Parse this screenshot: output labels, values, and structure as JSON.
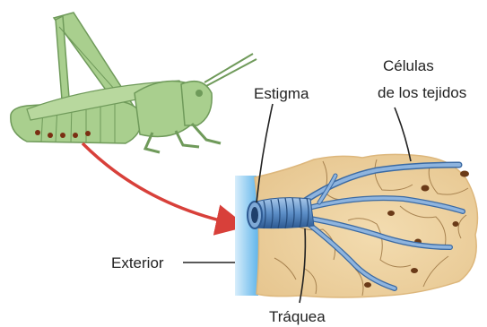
{
  "labels": {
    "cells_line1": "Células",
    "cells_line2": "de los tejidos",
    "spiracle": "Estigma",
    "exterior": "Exterior",
    "trachea": "Tráquea"
  },
  "colors": {
    "grasshopper_body": "#a9cf8e",
    "grasshopper_outline": "#6f9a5a",
    "tissue": "#efd6a5",
    "tissue_edge": "#ddb77c",
    "tube": "#7fa9d6",
    "tube_dark": "#2f5f95",
    "exterior_band": "#8ec8ee",
    "arrow": "#d8403a",
    "spiracle_dots": "#7a2e12"
  }
}
